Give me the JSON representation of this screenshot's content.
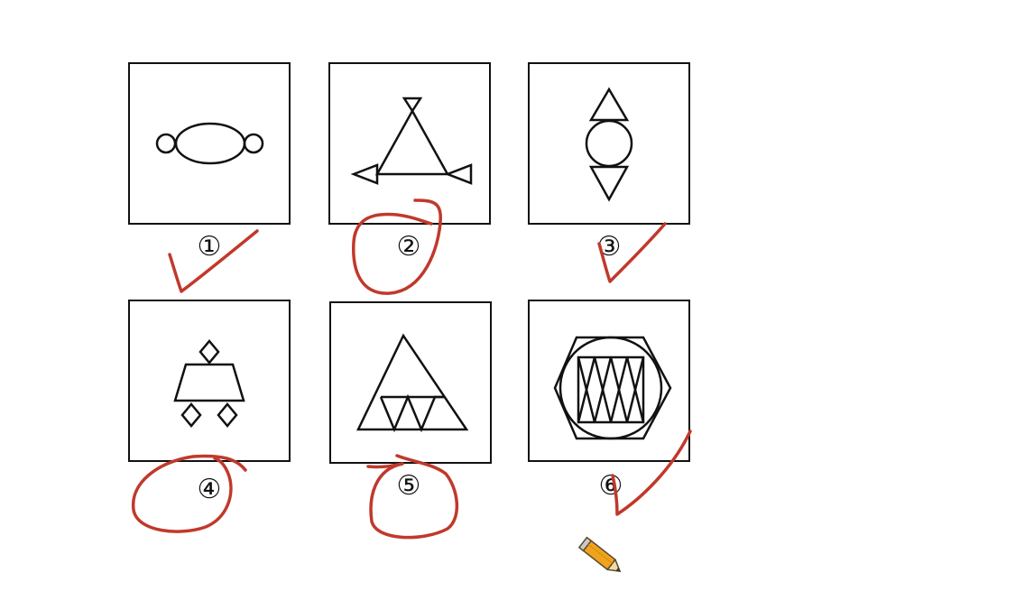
{
  "puzzle": {
    "figures": [
      {
        "label": "①",
        "mark": "check"
      },
      {
        "label": "②",
        "mark": "circle"
      },
      {
        "label": "③",
        "mark": "check"
      },
      {
        "label": "④",
        "mark": "circle"
      },
      {
        "label": "⑤",
        "mark": "circle"
      },
      {
        "label": "⑥",
        "mark": "check"
      }
    ]
  },
  "colors": {
    "line": "#111111",
    "annotation": "#c0392b",
    "pencil_body": "#f0a41c"
  },
  "icons": {
    "cursor": "pencil-icon"
  }
}
